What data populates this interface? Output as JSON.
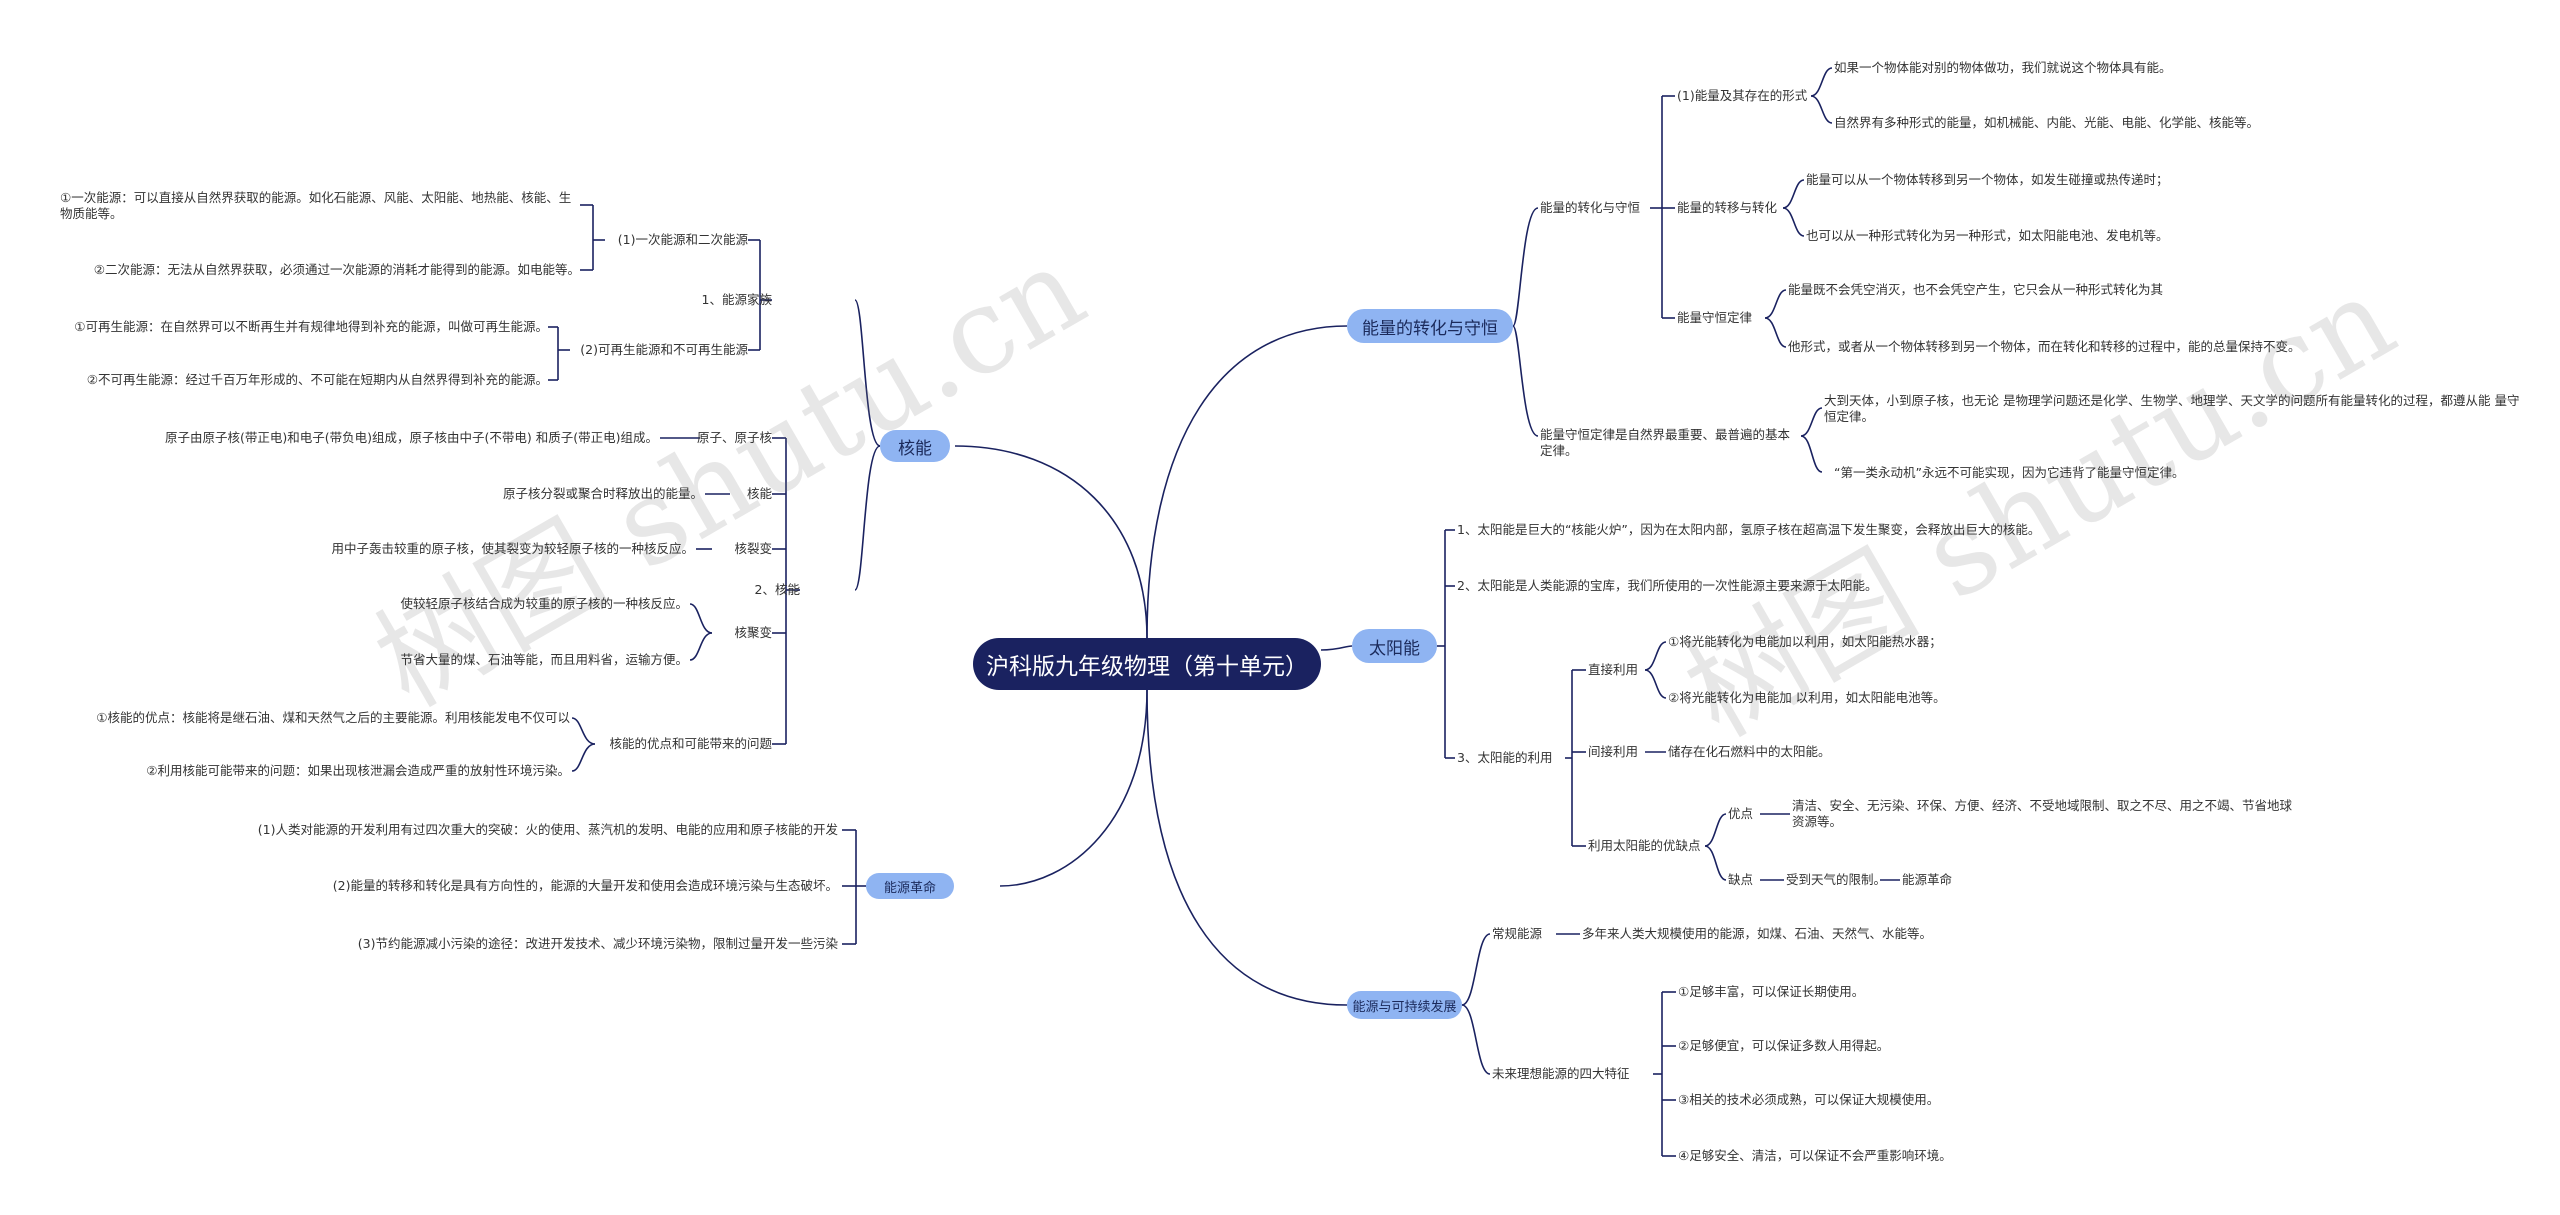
{
  "root": "沪科版九年级物理（第十单元）",
  "watermark": "树图 shutu.cn",
  "branches": {
    "energy": {
      "label": "能量的转化与守恒",
      "conversion": "能量的转化与守恒",
      "forms": "(1)能量及其存在的形式",
      "forms_1": "如果一个物体能对别的物体做功，我们就说这个物体具有能。",
      "forms_2": "自然界有多种形式的能量，如机械能、内能、光能、电能、化学能、核能等。",
      "transfer": "能量的转移与转化",
      "transfer_1": "能量可以从一个物体转移到另一个物体，如发生碰撞或热传递时；",
      "transfer_2": "也可以从一种形式转化为另一种形式，如太阳能电池、发电机等。",
      "law": "能量守恒定律",
      "law_1": "能量既不会凭空消灭，也不会凭空产生，它只会从一种形式转化为其",
      "law_2": "他形式，或者从一个物体转移到另一个物体，而在转化和转移的过程中，能的总量保持不变。",
      "basic": "能量守恒定律是自然界最重要、最普遍的基本定律。",
      "basic_1": "大到天体，小到原子核，也无论 是物理学问题还是化学、生物学、地理学、天文学的问题所有能量转化的过程，都遵从能 量守恒定律。",
      "basic_2": "“第一类永动机”永远不可能实现，因为它违背了能量守恒定律。"
    },
    "sun": {
      "label": "太阳能",
      "item_1": "1、太阳能是巨大的“核能火炉”，因为在太阳内部，氢原子核在超高温下发生聚变，会释放出巨大的核能。",
      "item_2": "2、太阳能是人类能源的宝库，我们所使用的一次性能源主要来源于太阳能。",
      "item_3": "3、太阳能的利用",
      "direct": "直接利用",
      "direct_1": "①将光能转化为电能加以利用，如太阳能热水器；",
      "direct_2": "②将光能转化为电能加 以利用，如太阳能电池等。",
      "indirect": "间接利用",
      "indirect_1": "储存在化石燃料中的太阳能。",
      "proscons": "利用太阳能的优缺点",
      "pros": "优点",
      "pros_1": "清洁、安全、无污染、环保、方便、经济、不受地域限制、取之不尽、用之不竭、节省地球资源等。",
      "cons": "缺点",
      "cons_1": "受到天气的限制。",
      "cons_2": "能源革命"
    },
    "sustain": {
      "label": "能源与可持续发展",
      "conventional": "常规能源",
      "conventional_1": "多年来人类大规模使用的能源，如煤、石油、天然气、水能等。",
      "future": "未来理想能源的四大特征",
      "future_1": "①足够丰富，可以保证长期使用。",
      "future_2": "②足够便宜，可以保证多数人用得起。",
      "future_3": "③相关的技术必须成熟，可以保证大规模使用。",
      "future_4": "④足够安全、清洁，可以保证不会严重影响环境。"
    },
    "nuclear": {
      "label": "核能",
      "family": "1、能源家族",
      "primary": "(1)一次能源和二次能源",
      "primary_1": "①一次能源：可以直接从自然界获取的能源。如化石能源、风能、太阳能、地热能、核能、生物质能等。",
      "primary_2": "②二次能源：无法从自然界获取，必须通过一次能源的消耗才能得到的能源。如电能等。",
      "renew": "(2)可再生能源和不可再生能源",
      "renew_1": "①可再生能源：在自然界可以不断再生并有规律地得到补充的能源，叫做可再生能源。",
      "renew_2": "②不可再生能源：经过千百万年形成的、不可能在短期内从自然界得到补充的能源。",
      "nuc": "2、核能",
      "atom": "原子、原子核",
      "atom_1": "原子由原子核(带正电)和电子(带负电)组成，原子核由中子(不带电) 和质子(带正电)组成。",
      "energy": "核能",
      "energy_1": "原子核分裂或聚合时释放出的能量。",
      "fission": "核裂变",
      "fission_1": "用中子轰击较重的原子核，使其裂变为较轻原子核的一种核反应。",
      "fusion": "核聚变",
      "fusion_1": "使较轻原子核结合成为较重的原子核的一种核反应。",
      "fusion_2": "节省大量的煤、石油等能，而且用料省，运输方便。",
      "merits": "核能的优点和可能带来的问题",
      "merits_1": "①核能的优点：核能将是继石油、煤和天然气之后的主要能源。利用核能发电不仅可以",
      "merits_2": "②利用核能可能带来的问题：如果出现核泄漏会造成严重的放射性环境污染。"
    },
    "revolution": {
      "label": "能源革命",
      "item_1": "(1)人类对能源的开发利用有过四次重大的突破：火的使用、蒸汽机的发明、电能的应用和原子核能的开发",
      "item_2": "(2)能量的转移和转化是具有方向性的，能源的大量开发和使用会造成环境污染与生态破坏。",
      "item_3": "(3)节约能源减小污染的途径：改进开发技术、减少环境污染物，限制过量开发一些污染"
    }
  }
}
